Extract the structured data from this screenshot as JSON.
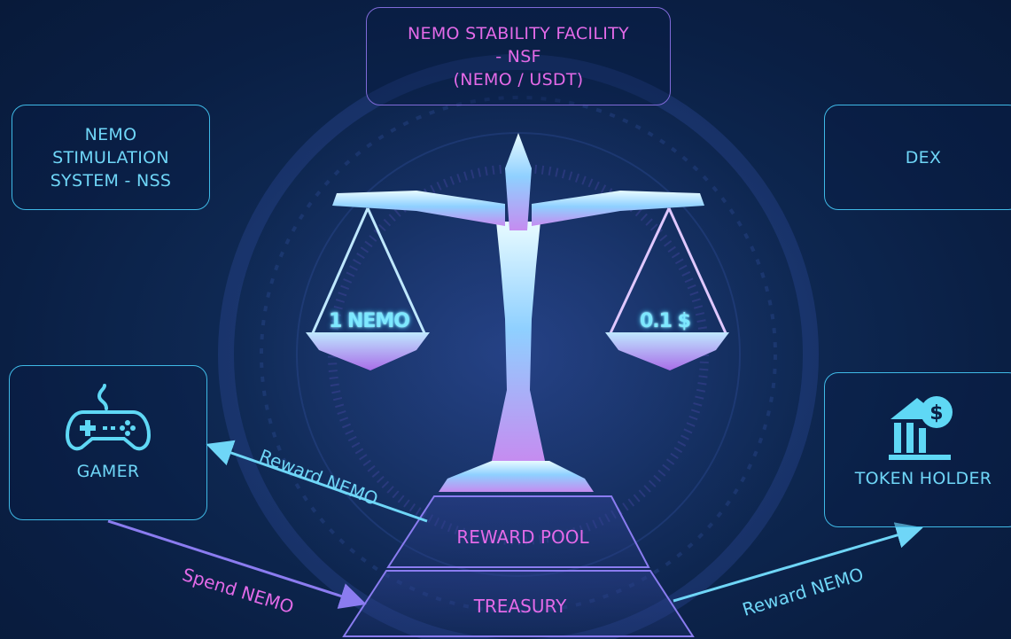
{
  "top_box": {
    "lines": [
      "NEMO STABILITY FACILITY",
      "- NSF",
      "(NEMO / USDT)"
    ]
  },
  "left_box": {
    "lines": [
      "NEMO",
      "STIMULATION",
      "SYSTEM - NSS"
    ]
  },
  "right_box": {
    "label": "DEX"
  },
  "gamer_box": {
    "label": "GAMER",
    "icon": "gamepad-icon"
  },
  "holder_box": {
    "label": "TOKEN HOLDER",
    "icon": "bank-dollar-icon"
  },
  "scale": {
    "left_pan": "1 NEMO",
    "right_pan": "0.1 $"
  },
  "pyramid": {
    "top_tier": "REWARD POOL",
    "bottom_tier": "TREASURY"
  },
  "arrows": {
    "reward_to_gamer": "Reward NEMO",
    "gamer_to_treasury": "Spend NEMO",
    "treasury_to_holder": "Reward NEMO"
  },
  "colors": {
    "cyan": "#6fd6f7",
    "pink": "#e36ae8",
    "background": "#0a1f44"
  }
}
